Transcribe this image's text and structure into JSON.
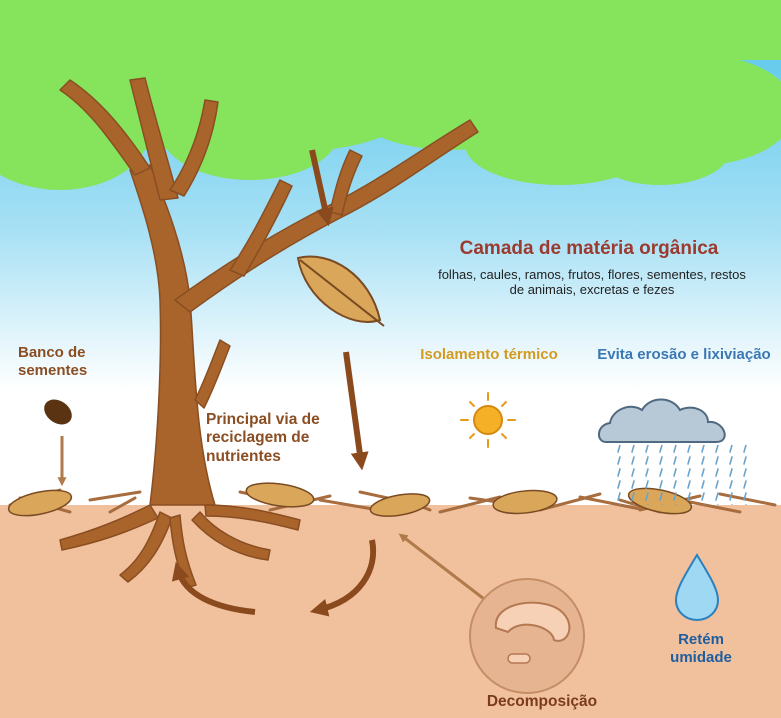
{
  "title": "Camada de matéria orgânica",
  "subtitle": "folhas, caules, ramos, frutos, flores, sementes, restos de animais, excretas e fezes",
  "labels": {
    "seed_bank": "Banco de sementes",
    "insulation": "Isolamento térmico",
    "erosion": "Evita erosão e lixiviação",
    "recycling": "Principal via de reciclagem de nutrientes",
    "moisture": "Retém umidade",
    "decomposition": "Decomposição"
  },
  "colors": {
    "title": "#9b3a2e",
    "seed_bank_text": "#8a4e22",
    "recycling_text": "#8a4e22",
    "insulation_text": "#d29a1f",
    "erosion_text": "#3a78b5",
    "moisture_text": "#1f5e9e",
    "decomposition_text": "#7a3c1c",
    "sky": "#4fc3ea",
    "foliage": "#86e35c",
    "trunk": "#a8642a",
    "soil": "#f1c19e",
    "leaf": "#d9a65a",
    "sun": "#f5b027",
    "cloud": "#b7c8d6",
    "rain": "#6aa3cc",
    "water_drop": "#9ed8f2"
  },
  "icons": [
    "tree-icon",
    "falling-leaf-icon",
    "seed-icon",
    "sun-icon",
    "rain-cloud-icon",
    "water-drop-icon",
    "larva-icon"
  ]
}
